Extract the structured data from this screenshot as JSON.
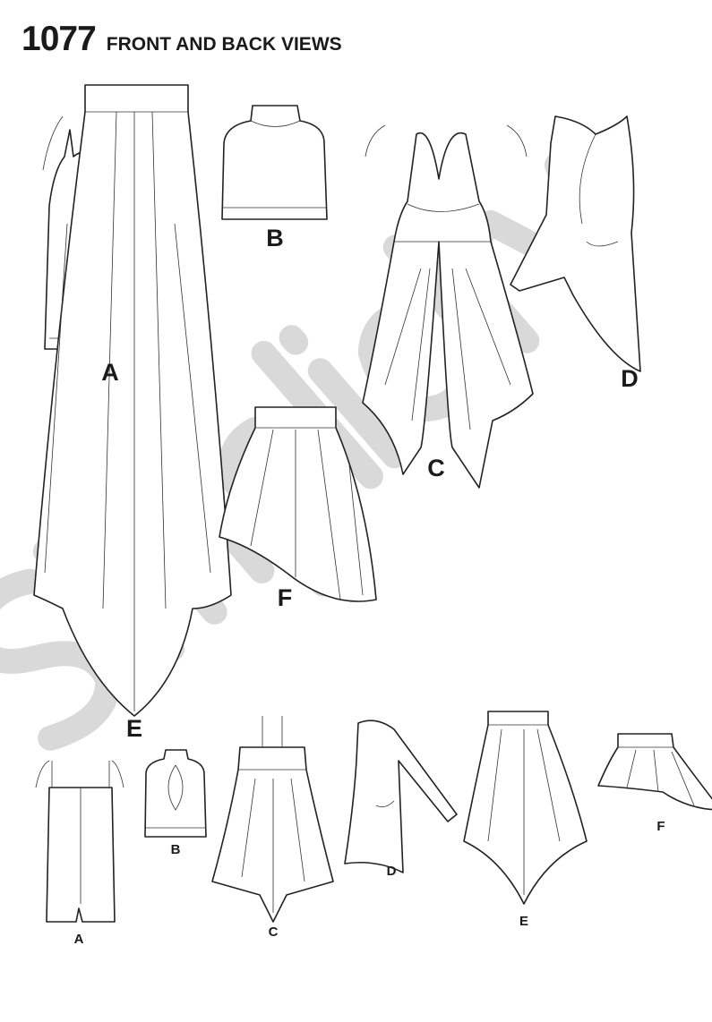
{
  "header": {
    "number": "1077",
    "title": "FRONT AND BACK VIEWS"
  },
  "watermark": {
    "logo_text": "Simplicity"
  },
  "front_views": [
    {
      "view": "A",
      "label": "A"
    },
    {
      "view": "B",
      "label": "B"
    },
    {
      "view": "C",
      "label": "C"
    },
    {
      "view": "D",
      "label": "D"
    },
    {
      "view": "E",
      "label": "E"
    },
    {
      "view": "F",
      "label": "F"
    }
  ],
  "back_views": [
    {
      "view": "A",
      "label": "A"
    },
    {
      "view": "B",
      "label": "B"
    },
    {
      "view": "C",
      "label": "C"
    },
    {
      "view": "D",
      "label": "D"
    },
    {
      "view": "E",
      "label": "E"
    },
    {
      "view": "F",
      "label": "F"
    }
  ]
}
